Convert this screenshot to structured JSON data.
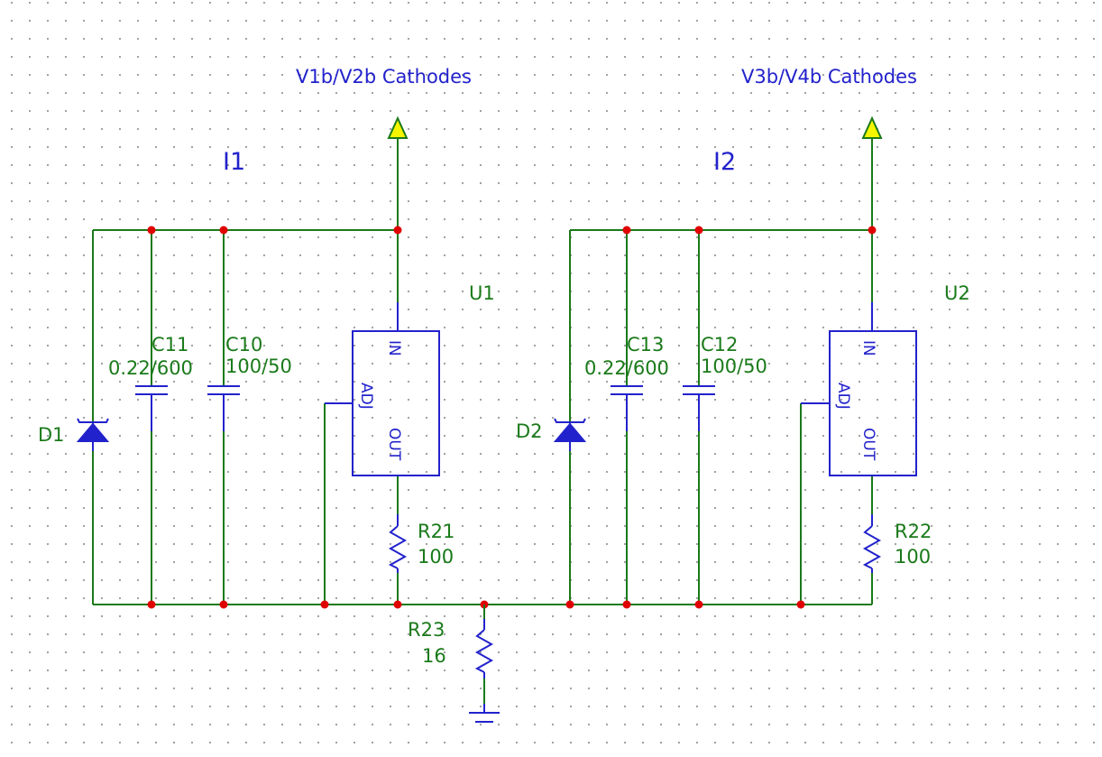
{
  "nets": {
    "v1v2": "V1b/V2b Cathodes",
    "v3v4": "V3b/V4b Cathodes",
    "i1": "I1",
    "i2": "I2"
  },
  "components": {
    "u1": {
      "ref": "U1",
      "pin_in": "IN",
      "pin_adj": "ADJ",
      "pin_out": "OUT"
    },
    "u2": {
      "ref": "U2",
      "pin_in": "IN",
      "pin_adj": "ADJ",
      "pin_out": "OUT"
    },
    "c11": {
      "ref": "C11",
      "value": "0.22/600"
    },
    "c10": {
      "ref": "C10",
      "value": "100/50"
    },
    "c13": {
      "ref": "C13",
      "value": "0.22/600"
    },
    "c12": {
      "ref": "C12",
      "value": "100/50"
    },
    "d1": {
      "ref": "D1"
    },
    "d2": {
      "ref": "D2"
    },
    "r21": {
      "ref": "R21",
      "value": "100"
    },
    "r22": {
      "ref": "R22",
      "value": "100"
    },
    "r23": {
      "ref": "R23",
      "value": "16"
    }
  },
  "colors": {
    "wire": "#1a7a1a",
    "symbol": "#2222cc",
    "junction": "#e00000",
    "port_fill": "#f5f500",
    "grid_dot": "#9a9a9a"
  }
}
